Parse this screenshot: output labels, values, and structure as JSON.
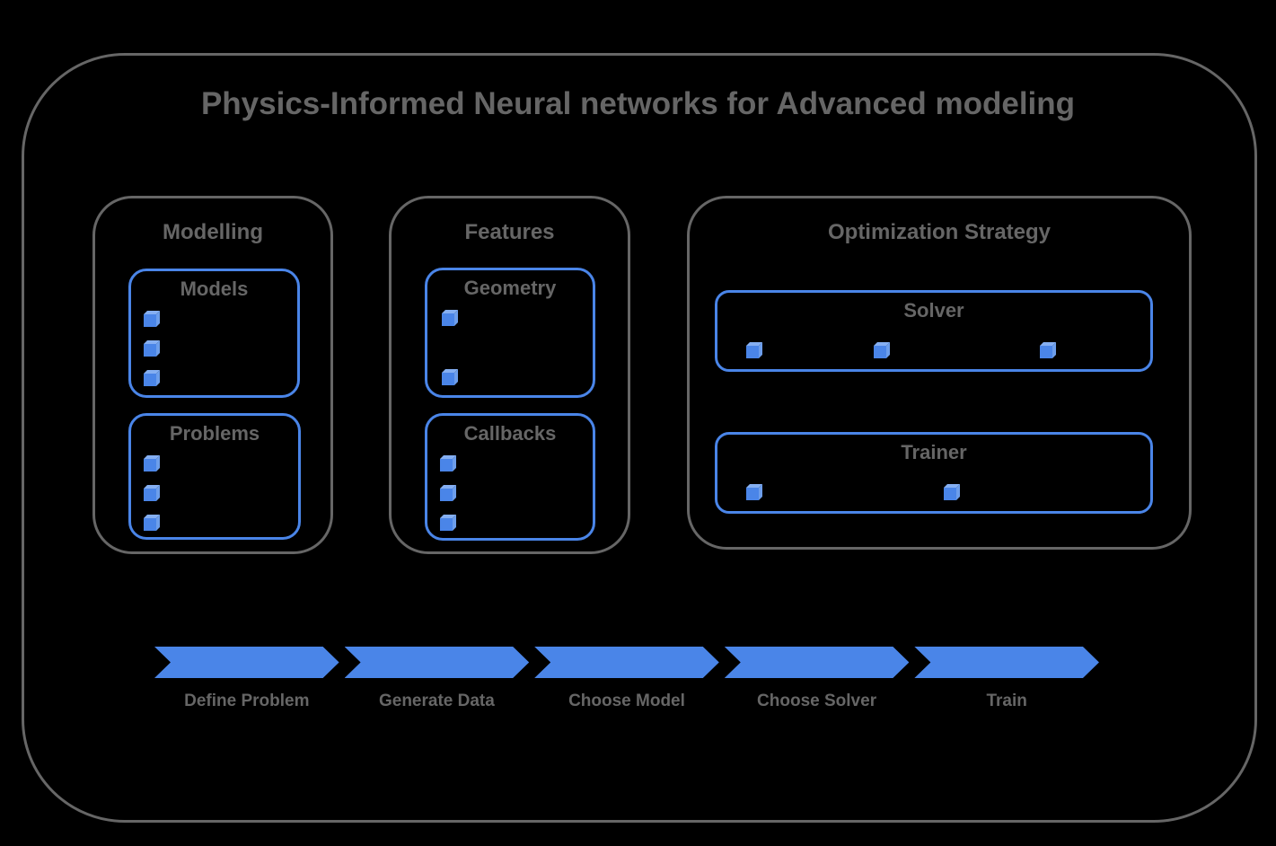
{
  "title": "Physics-Informed Neural networks for Advanced modeling",
  "sections": [
    {
      "label": "Modelling",
      "boxes": [
        {
          "label": "Models",
          "bullets": 3
        },
        {
          "label": "Problems",
          "bullets": 3
        }
      ]
    },
    {
      "label": "Features",
      "boxes": [
        {
          "label": "Geometry",
          "bullets": 2
        },
        {
          "label": "Callbacks",
          "bullets": 3
        }
      ]
    },
    {
      "label": "Optimization Strategy",
      "boxes": [
        {
          "label": "Solver",
          "bullets": 3
        },
        {
          "label": "Trainer",
          "bullets": 2
        }
      ]
    }
  ],
  "pipeline": {
    "steps": [
      {
        "label": "Define Problem"
      },
      {
        "label": "Generate Data"
      },
      {
        "label": "Choose Model"
      },
      {
        "label": "Choose Solver"
      },
      {
        "label": "Train"
      }
    ]
  },
  "icons": {
    "bullet": "cube-icon"
  },
  "colors": {
    "accent_blue": "#4a85e8",
    "cube_highlight": "#85aff2",
    "cube_side": "#6d9eeb",
    "outline_gray": "#666666",
    "text_gray": "#666666",
    "background": "#000000"
  }
}
